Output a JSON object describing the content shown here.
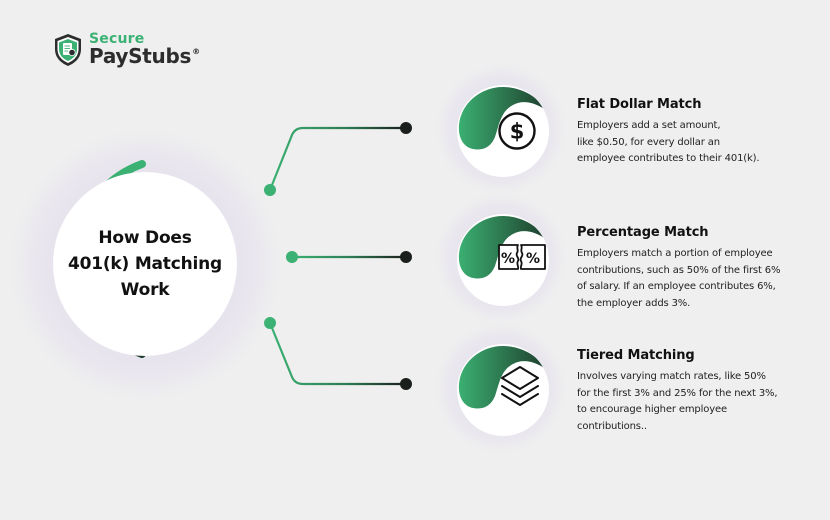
{
  "brand": {
    "top": "Secure",
    "bottom": "PayStubs",
    "registered": "®",
    "icon": "shield-document-icon",
    "colors": {
      "green": "#3bb273",
      "dark": "#2d2d2d"
    }
  },
  "center": {
    "title": "How Does 401(k) Matching Work"
  },
  "colors": {
    "green": "#3bb273",
    "dark_green": "#1f4d36",
    "dot_dark": "#1a1f1c",
    "background": "#efefef"
  },
  "items": [
    {
      "title": "Flat Dollar Match",
      "description": "Employers add a set amount,\nlike $0.50, for every dollar an\nemployee contributes to their 401(k).",
      "icon": "dollar-coin-icon"
    },
    {
      "title": "Percentage Match",
      "description": "Employers match a portion of employee\n contributions, such as 50% of the first 6%\nof salary. If an employee contributes 6%,\nthe employer adds 3%.",
      "icon": "percent-ticket-icon"
    },
    {
      "title": "Tiered Matching",
      "description": "Involves varying match rates, like 50%\nfor the first 3% and 25% for the next 3%,\nto encourage higher employee\ncontributions..",
      "icon": "layers-icon"
    }
  ]
}
